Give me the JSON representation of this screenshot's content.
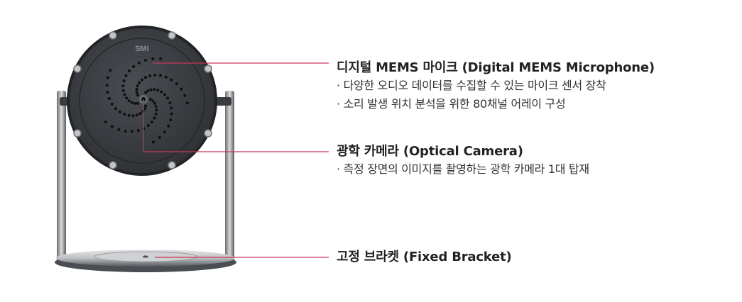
{
  "device": {
    "brand_label": "SMI",
    "accent_color": "#c8375a"
  },
  "callouts": {
    "microphone": {
      "title": "디지털 MEMS 마이크 (Digital MEMS Microphone)",
      "bullets": [
        "· 다양한 오디오 데이터를 수집할 수 있는 마이크 센서 장착",
        "· 소리 발생 위치 분석을 위한 80채널 어레이 구성"
      ]
    },
    "camera": {
      "title": "광학 카메라 (Optical Camera)",
      "bullets": [
        "· 측정 장면의 이미지를 촬영하는 광학 카메라 1대 탑재"
      ]
    },
    "bracket": {
      "title": "고정 브라켓 (Fixed Bracket)"
    }
  }
}
